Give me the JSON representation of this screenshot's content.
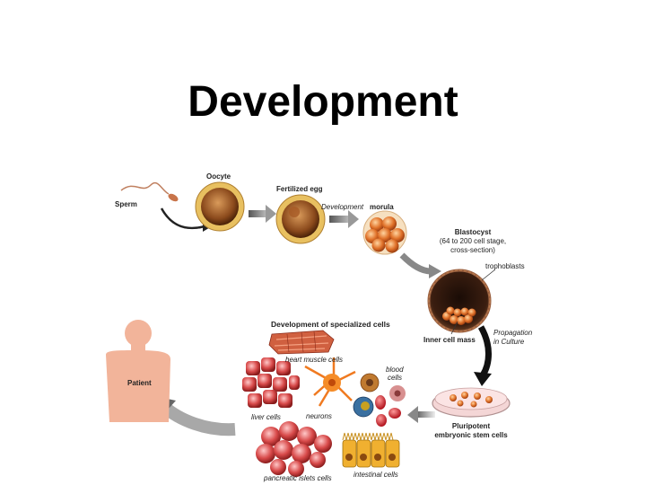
{
  "slide": {
    "title": "Development"
  },
  "diagram": {
    "sperm": "Sperm",
    "oocyte": "Oocyte",
    "fertilized_egg": "Fertilized egg",
    "development_arrow": "Development",
    "morula": "morula",
    "blastocyst": "Blastocyst",
    "blastocyst_note_1": "(64 to 200 cell stage,",
    "blastocyst_note_2": "cross-section)",
    "trophoblasts": "trophoblasts",
    "inner_cell_mass": "Inner cell mass",
    "propagation_1": "Propagation",
    "propagation_2": "in Culture",
    "pluripotent_1": "Pluripotent",
    "pluripotent_2": "embryonic stem cells",
    "specialized_title": "Development of specialized cells",
    "heart_muscle": "heart muscle cells",
    "blood_1": "blood",
    "blood_2": "cells",
    "neurons": "neurons",
    "liver": "liver cells",
    "pancreatic": "pancreatic islets cells",
    "intestinal": "intestinal cells",
    "patient": "Patient"
  },
  "colors": {
    "egg_ring": "#e8c060",
    "egg_core": "#8b4a1c",
    "cell_orange": "#e0722a",
    "arrow_gray": "#777777",
    "patient_skin": "#f2b49a"
  }
}
